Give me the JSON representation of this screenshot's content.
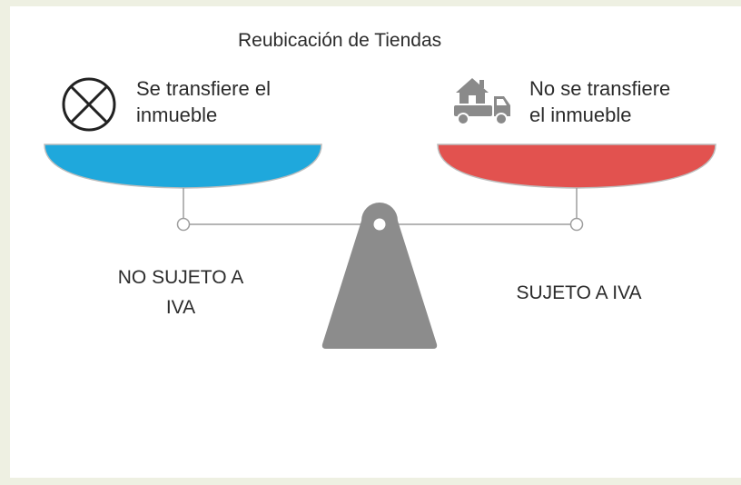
{
  "diagram": {
    "title": "Reubicación de Tiendas",
    "left": {
      "label_line1": "Se transfiere el",
      "label_line2": "inmueble",
      "icon": "x-circle-icon",
      "outcome_line1": "NO SUJETO A",
      "outcome_line2": "IVA",
      "color": "#1fa8dc"
    },
    "right": {
      "label_line1": "No se transfiere",
      "label_line2": "el inmueble",
      "icon": "moving-truck-house-icon",
      "outcome_line1": "SUJETO A IVA",
      "color": "#e2524f"
    },
    "fulcrum_color": "#8c8c8c"
  }
}
